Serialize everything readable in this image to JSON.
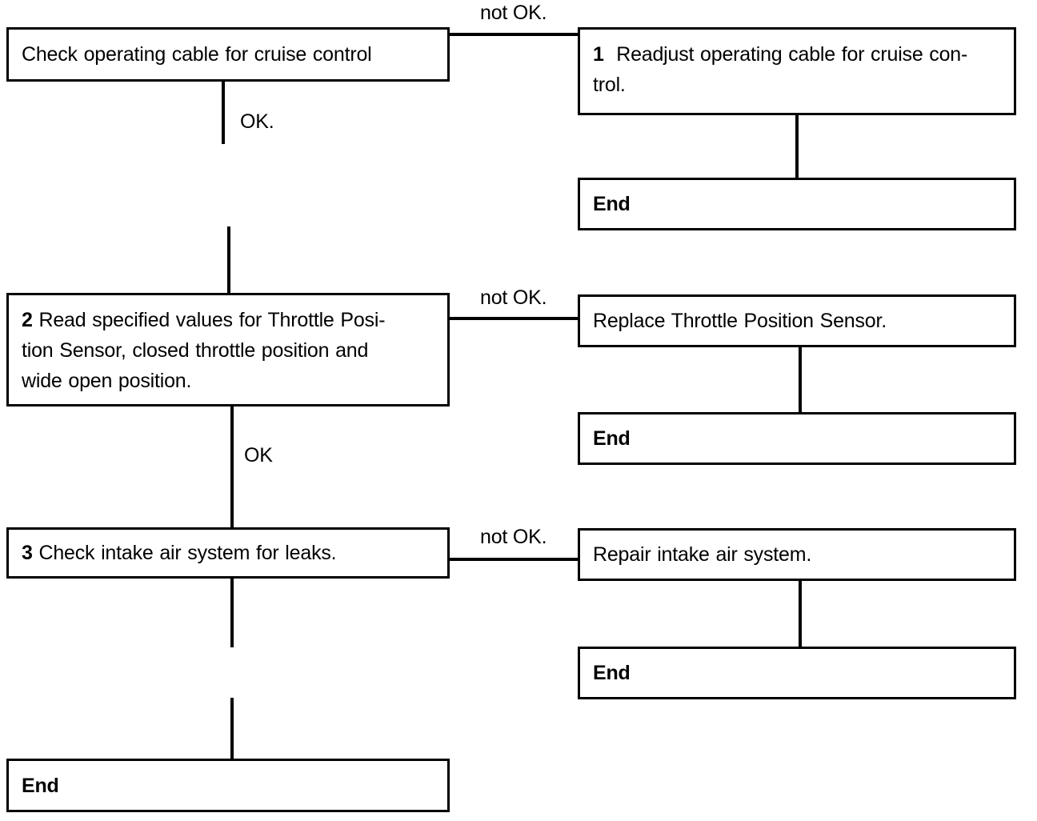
{
  "diagram": {
    "title": "Cruise control / throttle diagnostic flowchart",
    "colors": {
      "line": "#000000",
      "background": "#ffffff",
      "text": "#000000"
    },
    "nodes": {
      "check_cable": {
        "number": "",
        "text": "Check operating cable for cruise control"
      },
      "readjust_cable": {
        "number": "1",
        "text": "Readjust operating cable for cruise con-\ntrol."
      },
      "end_1": {
        "number": "",
        "text": "End"
      },
      "read_values": {
        "number": "2",
        "text": "Read specified values for Throttle Posi-\ntion Sensor, closed throttle position and\nwide open position."
      },
      "replace_sensor": {
        "number": "",
        "text": "Replace Throttle Position Sensor."
      },
      "end_2": {
        "number": "",
        "text": "End"
      },
      "check_intake": {
        "number": "3",
        "text": "Check intake air system for leaks."
      },
      "repair_intake": {
        "number": "",
        "text": "Repair intake air system."
      },
      "end_3": {
        "number": "",
        "text": "End"
      },
      "end_4": {
        "number": "",
        "text": "End"
      }
    },
    "edge_labels": {
      "not_ok_1": "not OK.",
      "ok_1": "OK.",
      "not_ok_2": "not OK.",
      "ok_2": "OK",
      "not_ok_3": "not OK."
    }
  }
}
